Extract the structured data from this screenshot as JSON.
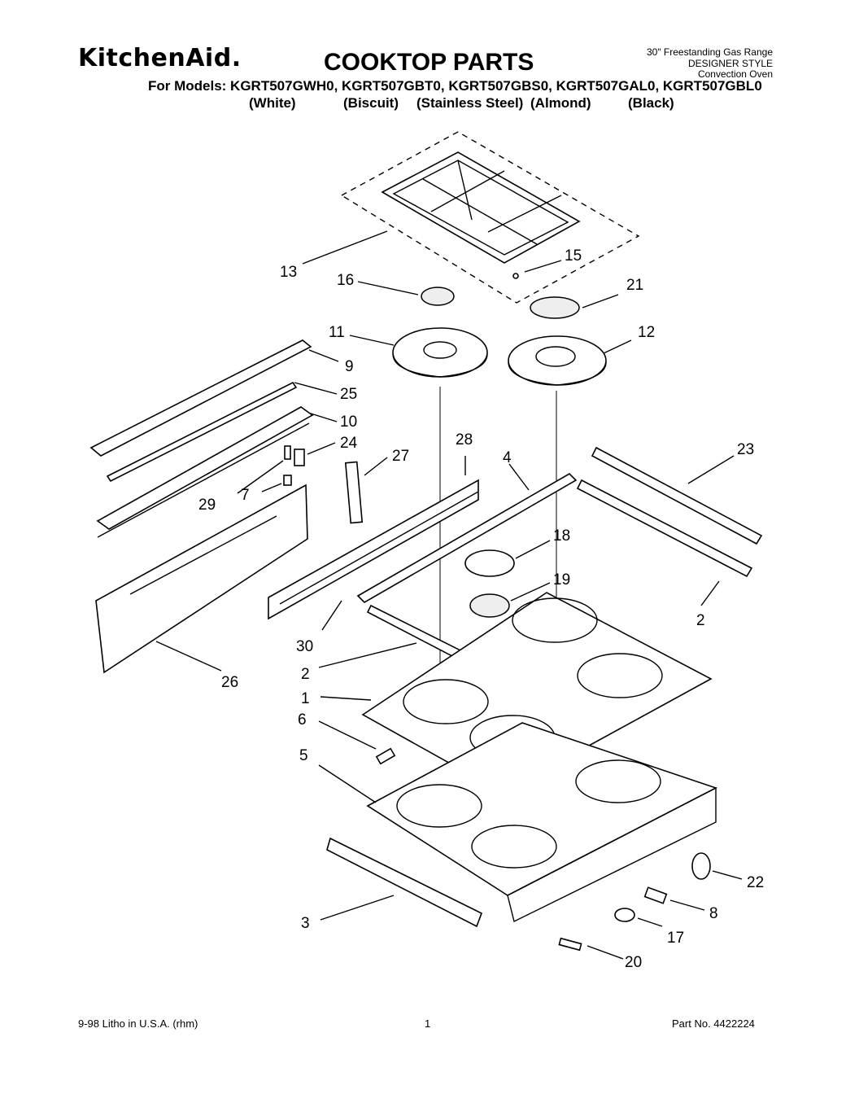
{
  "header": {
    "brand": "KitchenAid.",
    "title": "COOKTOP PARTS",
    "product_lines": [
      "30\" Freestanding Gas Range",
      "DESIGNER STYLE",
      "Convection Oven"
    ],
    "models_line": "For Models: KGRT507GWH0, KGRT507GBT0, KGRT507GBS0, KGRT507GAL0, KGRT507GBL0",
    "colors": [
      "(White)",
      "(Biscuit)",
      "(Stainless Steel)",
      "(Almond)",
      "(Black)"
    ]
  },
  "callouts": [
    "13",
    "15",
    "16",
    "21",
    "11",
    "12",
    "9",
    "25",
    "10",
    "24",
    "27",
    "28",
    "4",
    "23",
    "29",
    "7",
    "18",
    "19",
    "30",
    "2",
    "2",
    "26",
    "1",
    "6",
    "5",
    "22",
    "8",
    "17",
    "3",
    "20"
  ],
  "footer": {
    "left": "9-98 Litho in U.S.A. (rhm)",
    "page": "1",
    "part_number": "Part No. 4422224"
  }
}
